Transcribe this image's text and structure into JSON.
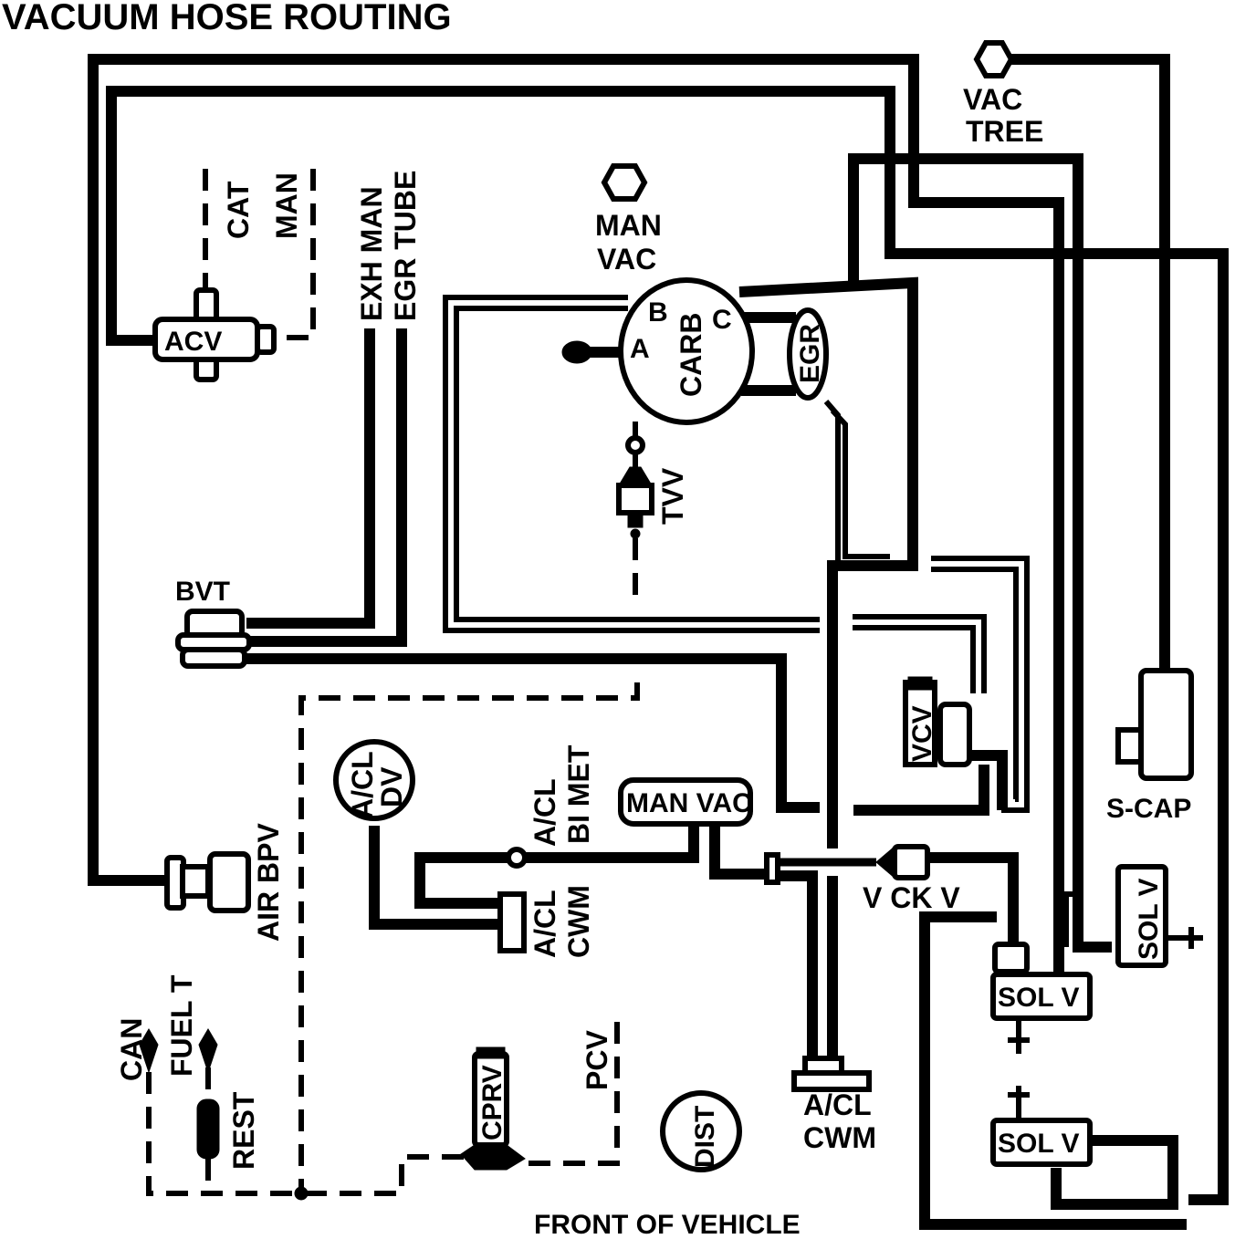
{
  "title": "VACUUM HOSE ROUTING",
  "footer": "FRONT OF VEHICLE",
  "labels": {
    "vac_tree_1": "VAC",
    "vac_tree_2": "TREE",
    "man_vac_1": "MAN",
    "man_vac_2": "VAC",
    "cat": "CAT",
    "man": "MAN",
    "exh_man": "EXH MAN",
    "egr_tube": "EGR TUBE",
    "acv": "ACV",
    "carb": "CARB",
    "port_a": "A",
    "port_b": "B",
    "port_c": "C",
    "egr": "EGR",
    "tvv": "TVV",
    "bvt": "BVT",
    "vcv": "VCV",
    "s_cap": "S-CAP",
    "acl_dv_1": "A/CL",
    "acl_dv_2": "DV",
    "acl_bimet_1": "A/CL",
    "acl_bimet_2": "BI MET",
    "man_vac_box": "MAN VAC",
    "acl_cwm_left_1": "A/CL",
    "acl_cwm_left_2": "CWM",
    "v_ck_v": "V CK V",
    "sol_v_right": "SOL V",
    "sol_v_mid": "SOL V",
    "sol_v_low": "SOL V",
    "air_bpv": "AIR BPV",
    "can": "CAN",
    "fuel_t": "FUEL T",
    "rest": "REST",
    "cprv": "CPRV",
    "pcv": "PCV",
    "dist": "DIST",
    "acl_cwm_bottom_1": "A/CL",
    "acl_cwm_bottom_2": "CWM"
  }
}
